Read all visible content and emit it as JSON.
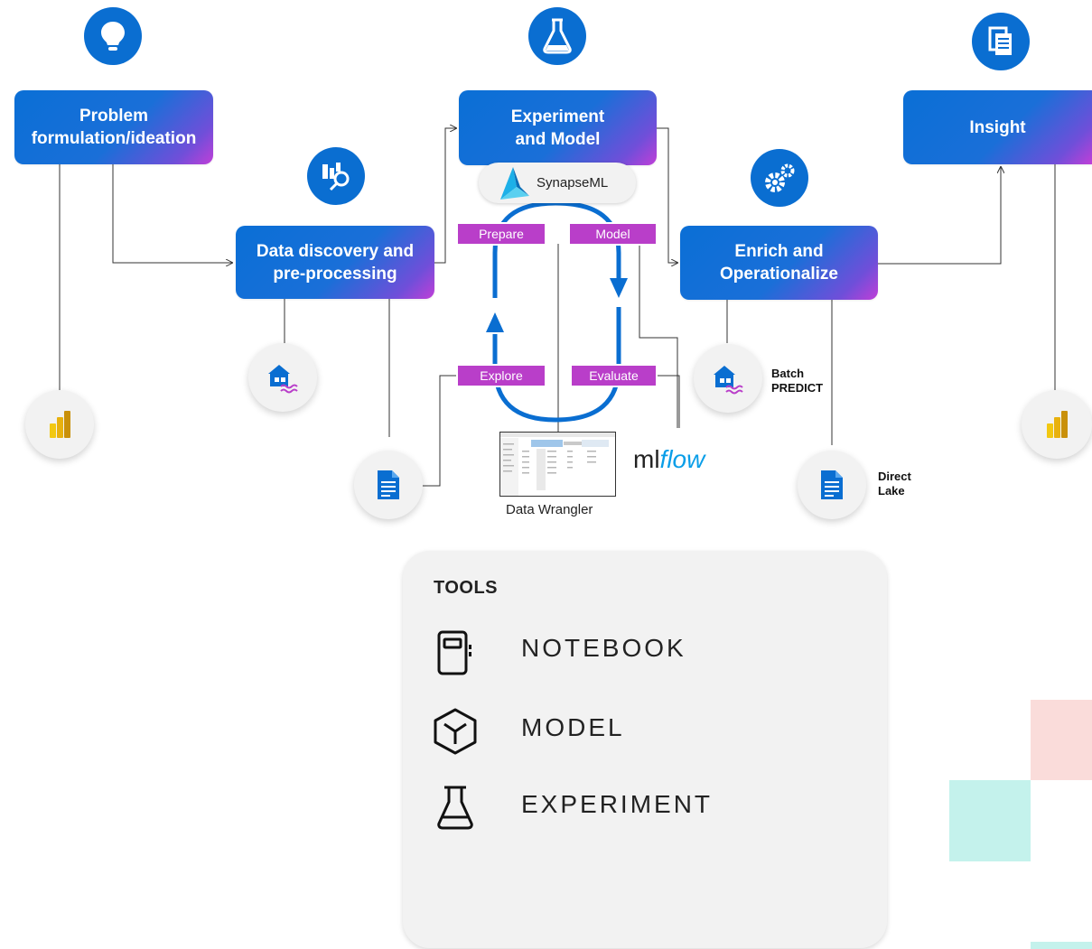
{
  "stages": {
    "problem": "Problem\nformulation/ideation",
    "discovery": "Data discovery and\npre-processing",
    "experiment": "Experiment\nand Model",
    "enrich": "Enrich and\nOperationalize",
    "insight": "Insight"
  },
  "cycle": {
    "prepare": "Prepare",
    "model": "Model",
    "explore": "Explore",
    "evaluate": "Evaluate"
  },
  "synapseml_label": "SynapseML",
  "data_wrangler_label": "Data Wrangler",
  "mlflow_label": {
    "ml": "ml",
    "flow": "flow"
  },
  "batch_predict_label": "Batch\nPREDICT",
  "direct_lake_label": "Direct\nLake",
  "tools": {
    "title": "TOOLS",
    "items": [
      "NOTEBOOK",
      "MODEL",
      "EXPERIMENT"
    ]
  },
  "colors": {
    "stage_blue": "#0a6fd6",
    "stage_purple": "#c03fd8",
    "tag_magenta": "#b93ec9",
    "icon_blue": "#0a6ed1",
    "loop_blue": "#0a6ed1",
    "deco_pink": "#fadcda",
    "deco_mint": "#c4f2ec"
  },
  "icons": [
    "lightbulb-icon",
    "flask-icon",
    "report-icon",
    "data-search-icon",
    "gears-icon",
    "powerbi-icon",
    "lakehouse-icon",
    "document-icon",
    "notebook-icon",
    "model-cube-icon",
    "experiment-flask-icon"
  ]
}
